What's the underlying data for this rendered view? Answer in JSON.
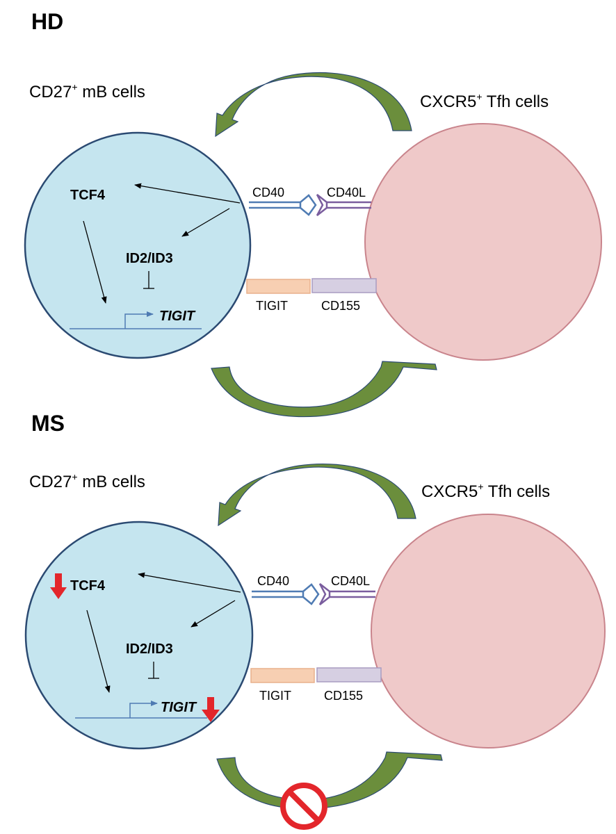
{
  "panels": [
    {
      "title": "HD",
      "b_cell_label": {
        "main": "CD27",
        "sup": "+",
        "rest": " mB cells"
      },
      "t_cell_label": {
        "main": "CXCR5",
        "sup": "+",
        "rest": " Tfh cells"
      },
      "genes": {
        "tcf4": "TCF4",
        "id": "ID2/ID3",
        "tigit": "TIGIT"
      },
      "receptors": {
        "cd40": "CD40",
        "cd40l": "CD40L",
        "tigit": "TIGIT",
        "cd155": "CD155"
      }
    },
    {
      "title": "MS",
      "b_cell_label": {
        "main": "CD27",
        "sup": "+",
        "rest": " mB cells"
      },
      "t_cell_label": {
        "main": "CXCR5",
        "sup": "+",
        "rest": " Tfh cells"
      },
      "genes": {
        "tcf4": "TCF4",
        "id": "ID2/ID3",
        "tigit": "TIGIT"
      },
      "receptors": {
        "cd40": "CD40",
        "cd40l": "CD40L",
        "tigit": "TIGIT",
        "cd155": "CD155"
      }
    }
  ],
  "colors": {
    "b_cell_fill": "#c5e5ef",
    "b_cell_stroke": "#2b4a72",
    "t_cell_fill": "#efc9c9",
    "t_cell_stroke": "#c9848c",
    "arrow_green": "#6b8e3c",
    "cd40_blue": "#4f7bb3",
    "cd40l_purple": "#7a5d9e",
    "tigit_orange": "#f7cfb2",
    "cd155_lavender": "#d6cfe2",
    "down_arrow_red": "#e3262b",
    "block_symbol_red": "#e3262b"
  }
}
